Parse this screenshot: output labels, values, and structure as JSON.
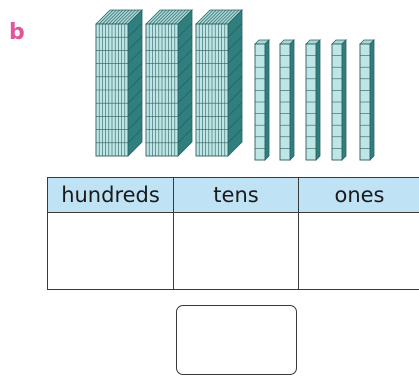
{
  "question": {
    "part_label": "b"
  },
  "base_ten_blocks": {
    "hundreds_count": 3,
    "tens_count": 5,
    "ones_count": 0,
    "block_fill": "#bfe6e6",
    "block_top_fill": "#a8d8d8",
    "block_side_fill": "#2f7f7f",
    "grid_line": "#2d5f5f"
  },
  "place_value_table": {
    "headers": [
      "hundreds",
      "tens",
      "ones"
    ],
    "header_fill": "#bfe2f5",
    "values": [
      "",
      "",
      ""
    ]
  },
  "answer_box": {
    "value": ""
  }
}
